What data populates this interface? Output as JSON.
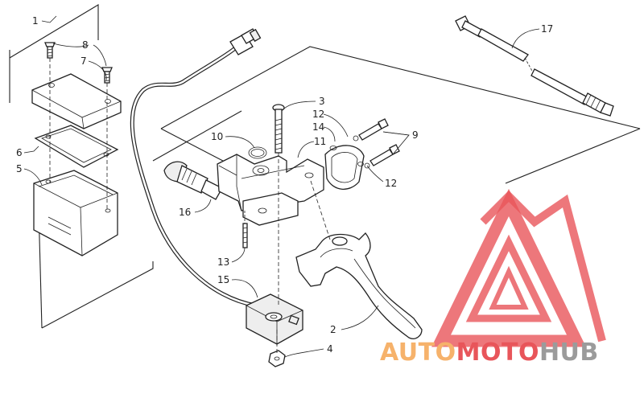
{
  "callouts": [
    {
      "id": "1",
      "text": "1"
    },
    {
      "id": "2",
      "text": "2"
    },
    {
      "id": "3",
      "text": "3"
    },
    {
      "id": "4",
      "text": "4"
    },
    {
      "id": "5",
      "text": "5"
    },
    {
      "id": "6",
      "text": "6"
    },
    {
      "id": "7",
      "text": "7"
    },
    {
      "id": "8",
      "text": "8"
    },
    {
      "id": "9",
      "text": "9"
    },
    {
      "id": "10",
      "text": "10"
    },
    {
      "id": "11",
      "text": "11"
    },
    {
      "id": "12a",
      "text": "12"
    },
    {
      "id": "12b",
      "text": "12"
    },
    {
      "id": "13",
      "text": "13"
    },
    {
      "id": "14",
      "text": "14"
    },
    {
      "id": "15",
      "text": "15"
    },
    {
      "id": "16",
      "text": "16"
    },
    {
      "id": "17",
      "text": "17"
    }
  ],
  "watermark": {
    "part1": "AUTO",
    "part2": "MOTO",
    "part3": "HUB",
    "colors": {
      "orange": "#f6b26b",
      "red": "#e8555a",
      "gray": "#9b9b9b"
    }
  }
}
